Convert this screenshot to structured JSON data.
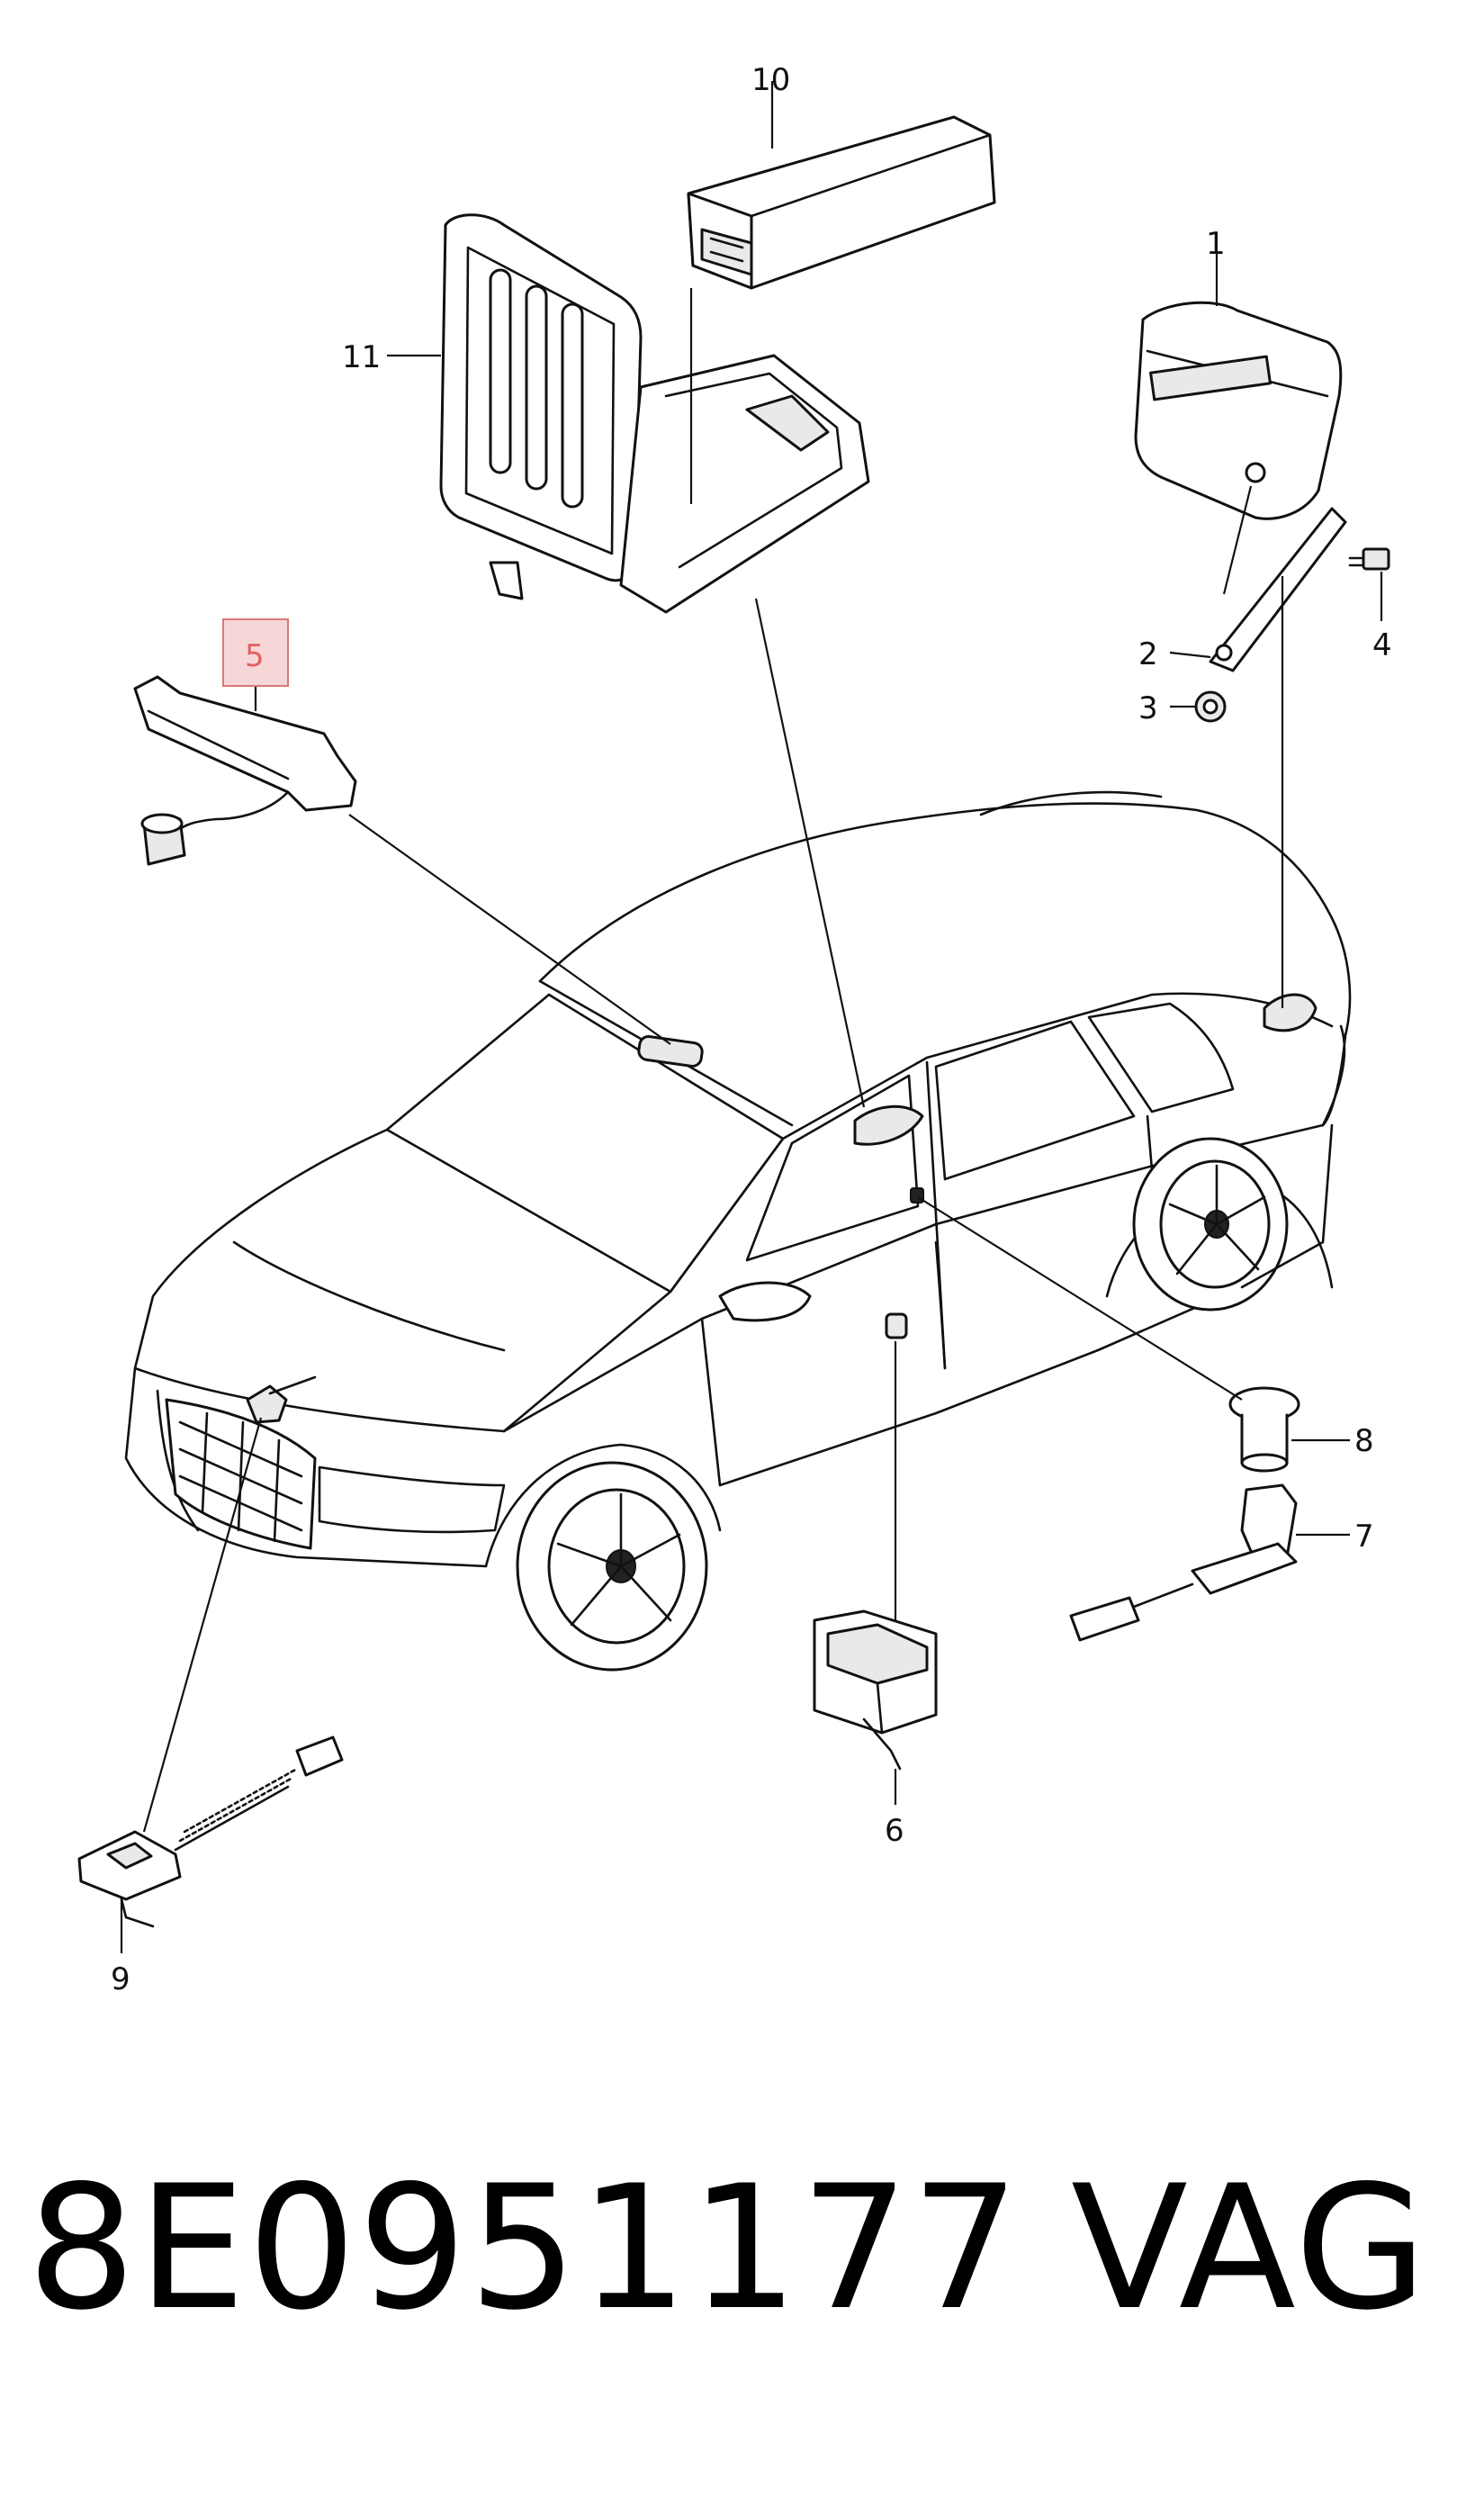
{
  "callouts": {
    "c1": "1",
    "c2": "2",
    "c3": "3",
    "c4": "4",
    "c5": "5",
    "c6": "6",
    "c7": "7",
    "c8": "8",
    "c9": "9",
    "c10": "10",
    "c11": "11"
  },
  "highlighted_callout": "5",
  "footer": {
    "part_number": "8E0951177",
    "brand": "VAG"
  },
  "colors": {
    "highlight_fill": "#f7d6d8",
    "highlight_stroke": "#d87878",
    "line": "#111111"
  }
}
